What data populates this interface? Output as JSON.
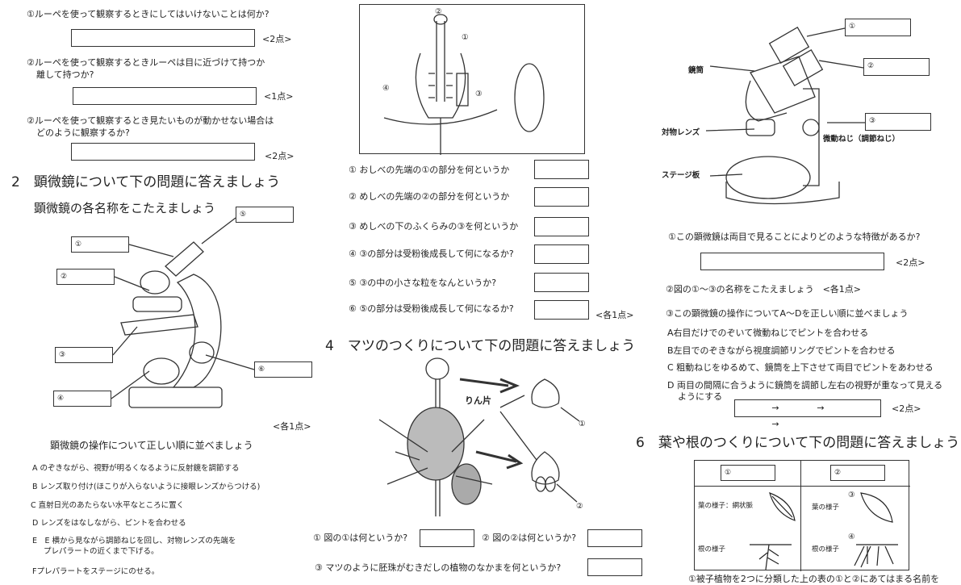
{
  "section1": {
    "q1": "①ルーペを使って観察するときにしてはいけないことは何か?",
    "q1_points": "<2点>",
    "q2_line1": "②ルーペを使って観察するときルーペは目に近づけて持つか",
    "q2_line2": "離して持つか?",
    "q2_points": "<1点>",
    "q3_line1": "②ルーペを使って観察するとき見たいものが動かせない場合は",
    "q3_line2": "どのように観察するか?",
    "q3_points": "<2点>"
  },
  "section2": {
    "heading": "2　顕微鏡について下の問題に答えましょう",
    "subheading": "顕微鏡の各名称をこたえましょう",
    "labels": [
      "①",
      "②",
      "③",
      "④",
      "⑤",
      "⑥"
    ],
    "points": "<各1点>",
    "order_title": "顕微鏡の操作について正しい順に並べましょう",
    "steps": [
      "A のぞきながら、視野が明るくなるように反射鏡を調節する",
      "B レンズ取り付け(ほこりが入らないように接眼レンズからつける)",
      "C 直射日光のあたらない水平なところに置く",
      "D レンズをはなしながら、ピントを合わせる",
      "E　E 横から見ながら調節ねじを回し、対物レンズの先端を",
      "プレパラートの近くまで下げる。",
      "Fプレパラートをステージにのせる。"
    ]
  },
  "section3": {
    "diagram_labels": [
      "①",
      "②",
      "③",
      "④"
    ],
    "questions": [
      "① おしべの先端の①の部分を何というか",
      "② めしべの先端の②の部分を何というか",
      "③ めしべの下のふくらみの③を何というか",
      "④ ③の部分は受粉後成長して何になるか?",
      "⑤ ③の中の小さな粒をなんというか?",
      "⑥ ⑤の部分は受粉後成長して何になるか?"
    ],
    "points": "<各1点>"
  },
  "section4": {
    "heading": "4　マツのつくりについて下の問題に答えましょう",
    "scale_label": "りん片",
    "diagram_labels": [
      "①",
      "②"
    ],
    "q1": "① 図の①は何というか?",
    "q2": "② 図の②は何というか?",
    "q3": "③ マツのように胚珠がむきだしの植物のなかまを何というか?"
  },
  "section5": {
    "part_labels": {
      "tube": "鏡筒",
      "objective": "対物レンズ",
      "fine": "微動ねじ（調節ねじ）",
      "stage": "ステージ板"
    },
    "boxes": [
      "①",
      "②",
      "③"
    ],
    "q1": "①この顕微鏡は両目で見ることによりどのような特徴があるか?",
    "q1_points": "<2点>",
    "q2": "②図の①〜③の名称をこたえましょう　<各1点>",
    "q3": "③この顕微鏡の操作についてA〜Dを正しい順に並べましょう",
    "steps": [
      "A右目だけでのぞいて微動ねじでピントを合わせる",
      "B左目でのぞきながら視度調節リングでピントを合わせる",
      "C 粗動ねじをゆるめて、鏡筒を上下させて両目でピントをあわせる",
      "D 両目の間隔に合うように鏡筒を調節し左右の視野が重なって見える",
      "ようにする"
    ],
    "arrow": "→",
    "q3_points": "<2点>"
  },
  "section6": {
    "heading": "6　葉や根のつくりについて下の問題に答えましょう",
    "col1": "①",
    "col2": "②",
    "leaf1": "葉の様子：網状脈",
    "root1": "根の様子",
    "leaf2": "葉の様子",
    "root2": "根の様子",
    "mark3": "③",
    "mark4": "④",
    "footer": "①被子植物を2つに分類した上の表の①と②にあてはまる名前を"
  }
}
